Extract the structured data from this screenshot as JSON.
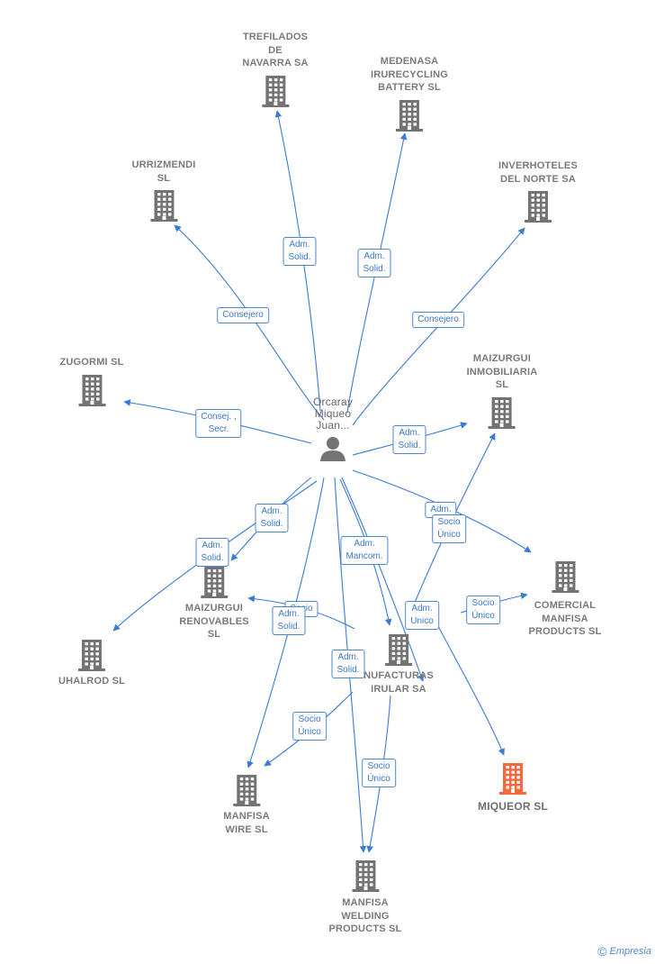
{
  "colors": {
    "edge": "#3a7bd5",
    "building": "#737373",
    "highlight": "#f26a3d",
    "person": "#737373"
  },
  "center": {
    "label": "Orcaray\nMiqueo\nJuan..."
  },
  "nodes": [
    {
      "id": "trefilados",
      "label": "TREFILADOS\nDE\nNAVARRA SA"
    },
    {
      "id": "medenasa",
      "label": "MEDENASA\nIRURECYCLING\nBATTERY  SL"
    },
    {
      "id": "urrizmendi",
      "label": "URRIZMENDI\nSL"
    },
    {
      "id": "inverhoteles",
      "label": "INVERHOTELES\nDEL NORTE SA"
    },
    {
      "id": "zugormi",
      "label": "ZUGORMI  SL"
    },
    {
      "id": "maizurgui_inm",
      "label": "MAIZURGUI\nINMOBILIARIA\nSL"
    },
    {
      "id": "maizurgui_ren",
      "label": "MAIZURGUI\nRENOVABLES\nSL"
    },
    {
      "id": "uhalrod",
      "label": "UHALROD SL"
    },
    {
      "id": "comercial",
      "label": "COMERCIAL\nMANFISA\nPRODUCTS  SL"
    },
    {
      "id": "manufacturas",
      "label": "NUFACTURAS\nIRULAR SA"
    },
    {
      "id": "miqueor",
      "label": "MIQUEOR  SL",
      "highlight": true
    },
    {
      "id": "wire",
      "label": "MANFISA\nWIRE  SL"
    },
    {
      "id": "welding",
      "label": "MANFISA\nWELDING\nPRODUCTS  SL"
    }
  ],
  "edge_labels": [
    "Adm.\nSolid.",
    "Adm.\nSolid.",
    "Consejero",
    "Consejero",
    "Consej. ,\nSecr.",
    "Adm.\nSolid.",
    "Adm.\nSolid.",
    "Adm.\nSolid.",
    "Adm.",
    "Socio\nÚnico",
    "Adm.\nMancom.",
    "Socio",
    "Adm.\nSolid.",
    "Adm.\nUnico",
    "Socio\nÚnico",
    "Adm.\nSolid.",
    "Socio\nÚnico",
    "Socio\nÚnico"
  ],
  "footer": {
    "copyright": "©",
    "brand": "Empresia"
  }
}
